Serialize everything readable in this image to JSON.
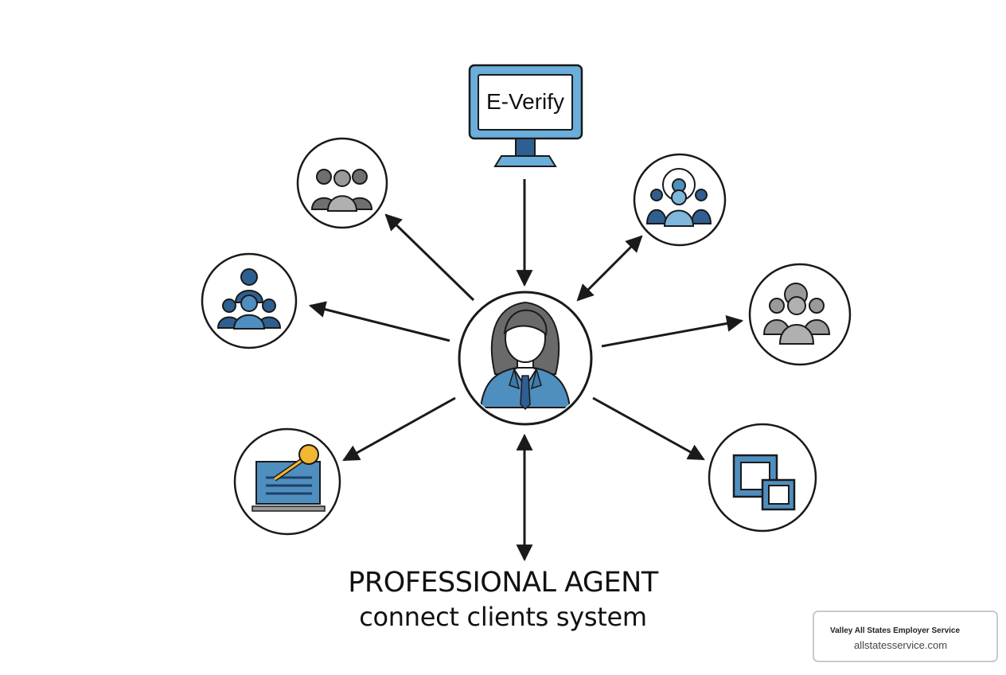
{
  "monitor": {
    "label": "E-Verify"
  },
  "caption": {
    "title": "PROFESSIONAL AGENT",
    "subtitle": "connect clients system"
  },
  "watermark": {
    "name": "Valley All States Employer Service",
    "url": "allstatesservice.com"
  },
  "nodes": [
    {
      "id": "agent",
      "icon": "professional-agent-icon",
      "role": "hub"
    },
    {
      "id": "team-gray",
      "icon": "people-group-icon"
    },
    {
      "id": "team-blue-stack",
      "icon": "people-hierarchy-icon"
    },
    {
      "id": "presentation",
      "icon": "presentation-screen-icon"
    },
    {
      "id": "team-support",
      "icon": "support-team-icon"
    },
    {
      "id": "team-gray-right",
      "icon": "people-group-icon"
    },
    {
      "id": "windows",
      "icon": "windows-icon"
    }
  ],
  "colors": {
    "accent_blue": "#4f8fc0",
    "dark_blue": "#2f5f90",
    "light_blue": "#7fb7dc",
    "gray": "#9a9a9a",
    "dark_gray": "#6f6f6f",
    "yellow": "#f2b632",
    "ink": "#1a1a1a"
  }
}
